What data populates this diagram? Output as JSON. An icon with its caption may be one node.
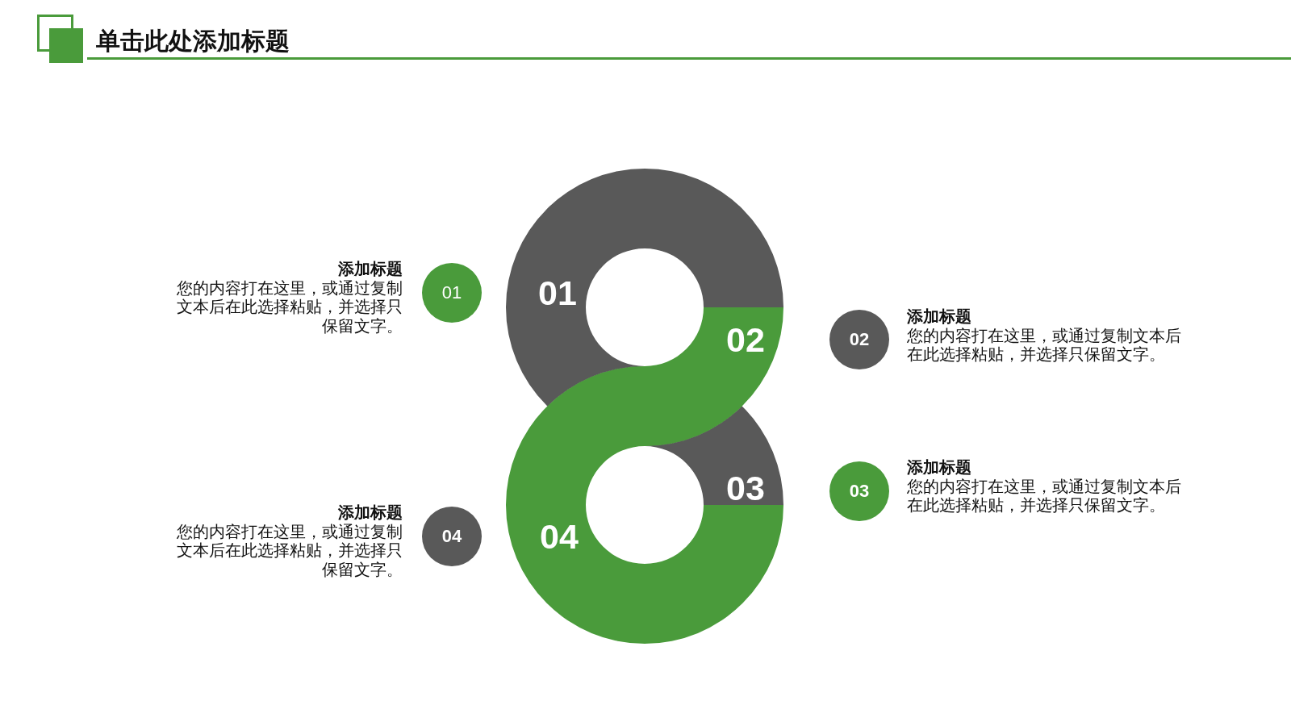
{
  "diagram": {
    "title": "单击此处添加标题",
    "nodes": [
      {
        "text": [
          "01"
        ],
        "beside": [
          "添加标题",
          "您的内容打在这里，或通过复制文本后在此选择粘贴，并选择只保留文字。"
        ]
      },
      {
        "text": [
          "01"
        ]
      },
      {
        "text": [
          "02"
        ]
      },
      {
        "text": [
          "02"
        ],
        "beside": [
          "添加标题",
          "您的内容打在这里，或通过复制文本后在此选择粘贴，并选择只保留文字。"
        ]
      },
      {
        "text": [
          "03"
        ]
      },
      {
        "text": [
          "03"
        ],
        "beside": [
          "添加标题",
          "您的内容打在这里，或通过复制文本后在此选择粘贴，并选择只保留文字。"
        ]
      },
      {
        "text": [
          "04"
        ],
        "beside": [
          "添加标题",
          "您的内容打在这里，或通过复制文本后在此选择粘贴，并选择只保留文字。"
        ]
      },
      {
        "text": [
          "04"
        ]
      }
    ]
  }
}
